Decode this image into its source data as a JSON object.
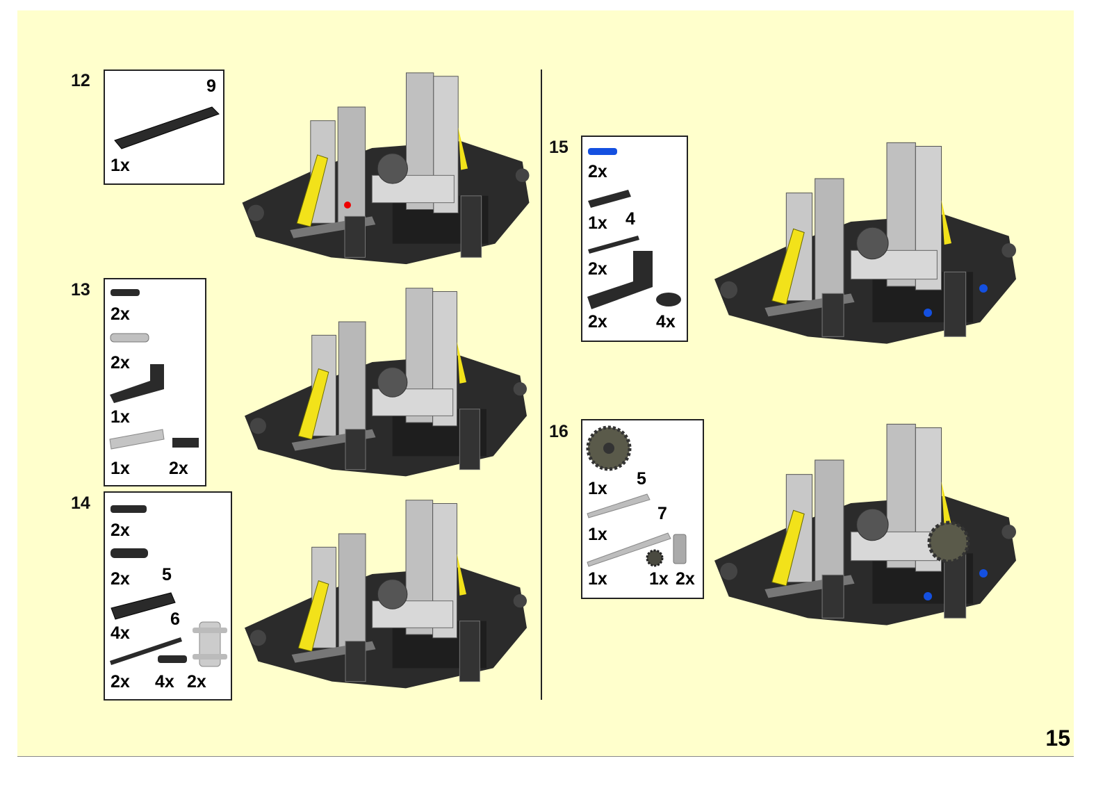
{
  "page_number": "15",
  "colors": {
    "background": "#ffffcc",
    "black_part": "#2a2a2a",
    "grey_part": "#bdbdbd",
    "yellow": "#f2e21a",
    "blue": "#1450e0"
  },
  "steps": [
    {
      "number": "12",
      "parts": [
        {
          "icon": "beam-9",
          "count": "1x",
          "length": "9"
        }
      ]
    },
    {
      "number": "13",
      "parts": [
        {
          "icon": "black-pin",
          "count": "2x"
        },
        {
          "icon": "grey-axle-pin",
          "count": "2x"
        },
        {
          "icon": "black-l-beam",
          "count": "1x"
        },
        {
          "icon": "grey-gear-rack",
          "count": "1x"
        },
        {
          "icon": "black-plate-jumper",
          "count": "2x"
        }
      ]
    },
    {
      "number": "14",
      "parts": [
        {
          "icon": "black-long-pin",
          "count": "2x"
        },
        {
          "icon": "black-pin-bush",
          "count": "2x"
        },
        {
          "icon": "black-beam-5",
          "count": "4x",
          "length": "5"
        },
        {
          "icon": "black-axle-6",
          "count": "2x",
          "length": "6"
        },
        {
          "icon": "black-pin",
          "count": "4x"
        },
        {
          "icon": "grey-connector",
          "count": "2x"
        }
      ]
    },
    {
      "number": "15",
      "parts": [
        {
          "icon": "blue-axle-pin",
          "count": "2x"
        },
        {
          "icon": "black-axle-4",
          "count": "1x",
          "length": "4"
        },
        {
          "icon": "black-axle",
          "count": "2x"
        },
        {
          "icon": "black-l-beam",
          "count": "2x"
        },
        {
          "icon": "black-beam-2",
          "count": "4x"
        }
      ]
    },
    {
      "number": "16",
      "parts": [
        {
          "icon": "gear-24",
          "count": "1x"
        },
        {
          "icon": "grey-axle-5",
          "count": "1x",
          "length": "5"
        },
        {
          "icon": "grey-axle-7",
          "count": "1x",
          "length": "7"
        },
        {
          "icon": "gear-8",
          "count": "1x"
        },
        {
          "icon": "grey-bush",
          "count": "2x"
        }
      ]
    }
  ]
}
